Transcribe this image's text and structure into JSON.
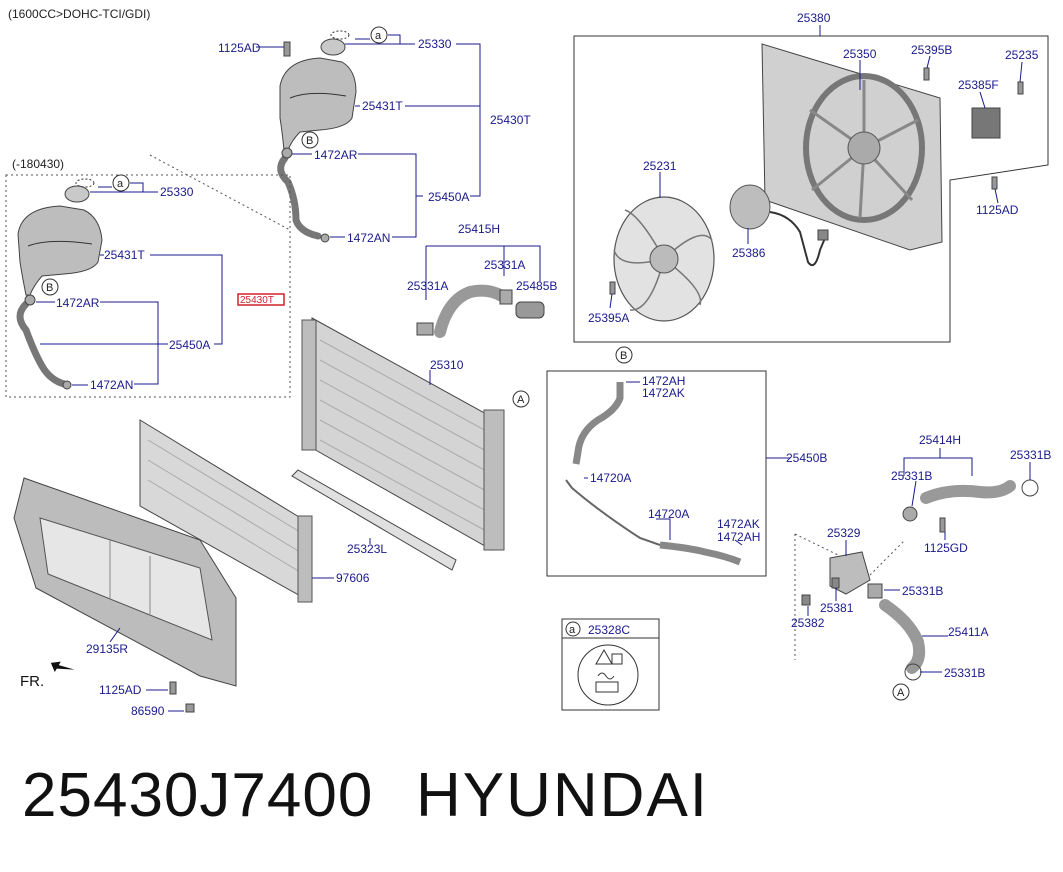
{
  "header": {
    "engine_note": "(1600CC>DOHC-TCI/GDI)",
    "variant_note": "(-180430)",
    "fr_label": "FR."
  },
  "callouts": {
    "a": "a",
    "b": "B",
    "a_upper": "A"
  },
  "labels": [
    "1125AD",
    "25330",
    "25431T",
    "25430T",
    "1472AR",
    "25450A",
    "1472AN",
    "25330",
    "25431T",
    "25430T",
    "1472AR",
    "25450A",
    "1472AN",
    "25380",
    "25350",
    "25395B",
    "25235",
    "25385F",
    "25231",
    "25386",
    "1125AD",
    "25395A",
    "25415H",
    "25331A",
    "25331A",
    "25485B",
    "25310",
    "1472AH",
    "1472AK",
    "14720A",
    "14720A",
    "1472AK",
    "1472AH",
    "25450B",
    "25414H",
    "25331B",
    "25331B",
    "1125GD",
    "25329",
    "25331B",
    "25381",
    "25382",
    "25411A",
    "25331B",
    "25323L",
    "97606",
    "29135R",
    "1125AD",
    "86590",
    "25328C"
  ],
  "footer": {
    "part_number": "25430J7400",
    "brand": "HYUNDAI"
  },
  "colors": {
    "label_text": "#1a1a8c",
    "highlight_box": "#d4202a",
    "part_fill": "#c9c9c9",
    "part_dark": "#8a8a8a"
  }
}
